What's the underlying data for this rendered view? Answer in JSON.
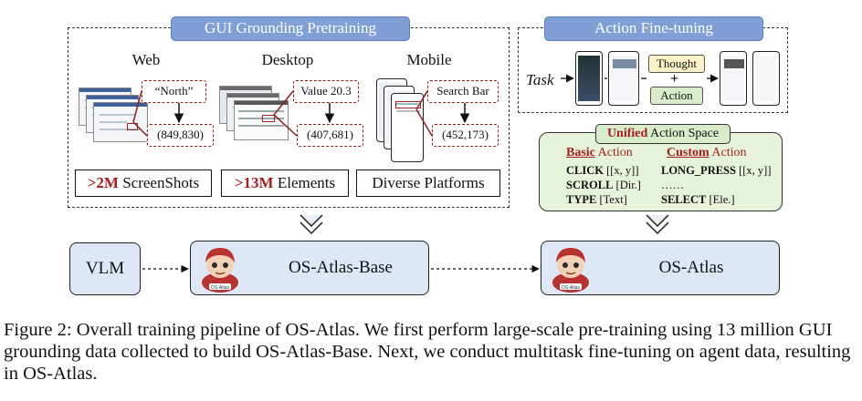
{
  "pretraining": {
    "title": "GUI Grounding Pretraining",
    "columns": [
      {
        "title": "Web",
        "query": "“North”",
        "coord": "(849,830)",
        "stat_highlight": ">2M",
        "stat_text": " ScreenShots"
      },
      {
        "title": "Desktop",
        "query": "Value 20.3",
        "coord": "(407,681)",
        "stat_highlight": ">13M",
        "stat_text": " Elements"
      },
      {
        "title": "Mobile",
        "query": "Search Bar",
        "coord": "(452,173)",
        "stat_highlight": "",
        "stat_text": "Diverse Platforms"
      }
    ]
  },
  "finetuning": {
    "title": "Action Fine-tuning",
    "task_label": "Task",
    "thought_label": "Thought",
    "plus": "+",
    "action_label": "Action"
  },
  "action_space": {
    "title_highlight": "Unified",
    "title_rest": " Action Space",
    "basic_highlight": "Basic",
    "basic_rest": " Action",
    "custom_highlight": "Custom",
    "custom_rest": " Action",
    "basic": [
      {
        "name": "CLICK",
        "arg": " [[x, y]]"
      },
      {
        "name": "SCROLL",
        "arg": " [Dir.]"
      },
      {
        "name": "TYPE",
        "arg": " [Text]"
      }
    ],
    "custom": [
      {
        "name": "LONG_PRESS",
        "arg": " [[x, y]]"
      },
      {
        "name": "",
        "arg": "……"
      },
      {
        "name": "SELECT",
        "arg": " [Ele.]"
      }
    ]
  },
  "pipeline": {
    "vlm": "VLM",
    "base": "OS-Atlas-Base",
    "final": "OS-Atlas",
    "avatar_caption": "OS-Atlas"
  },
  "caption": "Figure 2: Overall training pipeline of OS-Atlas. We first perform large-scale pre-training using 13 million GUI grounding data collected to build OS-Atlas-Base. Next, we conduct multitask fine-tuning on agent data, resulting in OS-Atlas.",
  "colors": {
    "pill": "#7f9fd6",
    "flow_box": "#dde7f6",
    "highlight_red": "#a31f1f",
    "action_panel": "#e6f2da",
    "thought_fill": "#fdf2c7",
    "action_fill": "#d9ecc9"
  }
}
